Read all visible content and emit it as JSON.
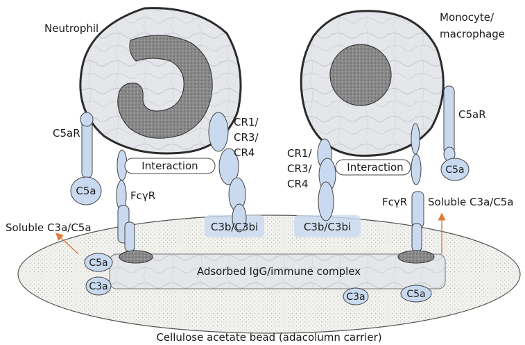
{
  "labels": {
    "neutrophil": "Neutrophil",
    "monocyte_line1": "Monocyte/",
    "monocyte_line2": "macrophage",
    "c5ar_left": "C5aR",
    "c5ar_right": "C5aR",
    "c5a_left_receptor": "C5a",
    "c5a_right_receptor": "C5a",
    "fcgr_left": "FcγR",
    "fcgr_right": "FcγR",
    "cr_left_1": "CR1/",
    "cr_left_2": "CR3/",
    "cr_left_3": "CR4",
    "cr_right_1": "CR1/",
    "cr_right_2": "CR3/",
    "cr_right_3": "CR4",
    "interaction_left": "Interaction",
    "interaction_right": "Interaction",
    "c3b_left": "C3b/C3bi",
    "c3b_right": "C3b/C3bi",
    "soluble_left": "Soluble C3a/C5a",
    "soluble_right": "Soluble C3a/C5a",
    "bead_c5a_left": "C5a",
    "bead_c3a_left": "C3a",
    "bead_c3a_bottom": "C3a",
    "bead_c5a_bottom": "C5a",
    "adsorbed": "Adsorbed IgG/immune complex",
    "caption": "Cellulose acetate bead (adacolumn carrier)"
  },
  "colors": {
    "receptor_fill": "#c9daf0",
    "receptor_stroke": "#444444",
    "arrow": "#e07a3a",
    "bead_fill": "#f0f0ee",
    "cell_fill": "#e6e8ea",
    "nucleus_fill": "#8c8c8c"
  }
}
